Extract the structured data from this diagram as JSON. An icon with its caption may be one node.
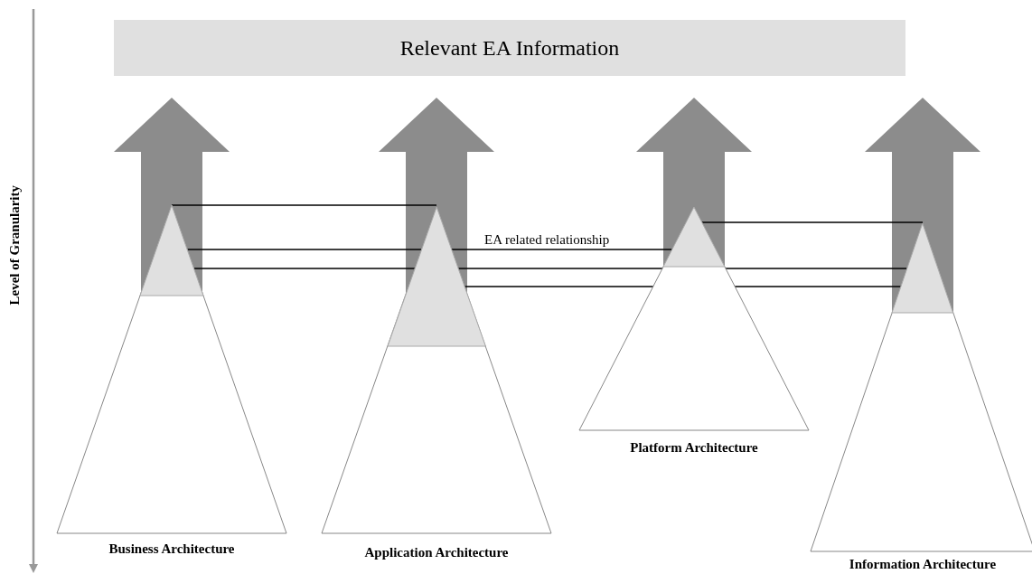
{
  "diagram": {
    "nodes": [
      {
        "text": [
          "Relevant EA Information"
        ]
      },
      {
        "text": [
          "Business Architecture"
        ]
      },
      {
        "text": [
          "Application Architecture"
        ]
      },
      {
        "text": [
          "Platform Architecture"
        ]
      },
      {
        "text": [
          "Information Architecture"
        ]
      },
      {
        "text": [],
        "shape": "triangle",
        "in": 1
      },
      {
        "text": [],
        "shape": "triangle",
        "in": 2
      },
      {
        "text": [],
        "shape": "triangle",
        "in": 3
      },
      {
        "text": [],
        "shape": "triangle",
        "in": 4
      }
    ],
    "edges": [
      {
        "from": 5,
        "to": 0,
        "arrow": "to",
        "style": "thick",
        "color": "#8c8c8c"
      },
      {
        "from": 6,
        "to": 0,
        "arrow": "to",
        "style": "thick",
        "color": "#8c8c8c"
      },
      {
        "from": 7,
        "to": 0,
        "arrow": "to",
        "style": "thick",
        "color": "#8c8c8c"
      },
      {
        "from": 8,
        "to": 0,
        "arrow": "to",
        "style": "thick",
        "color": "#8c8c8c"
      },
      {
        "from": 5,
        "to": 6,
        "arrow": "none"
      },
      {
        "from": 5,
        "to": 6,
        "arrow": "none"
      },
      {
        "from": 6,
        "to": 7,
        "arrow": "none",
        "label": "EA related relationship"
      },
      {
        "from": 5,
        "to": 6,
        "arrow": "none"
      },
      {
        "from": 6,
        "to": 8,
        "arrow": "none"
      },
      {
        "from": 6,
        "to": 8,
        "arrow": "none"
      },
      {
        "from": 7,
        "to": 8,
        "arrow": "none"
      }
    ],
    "labels": [
      "Level of Granularity"
    ]
  }
}
